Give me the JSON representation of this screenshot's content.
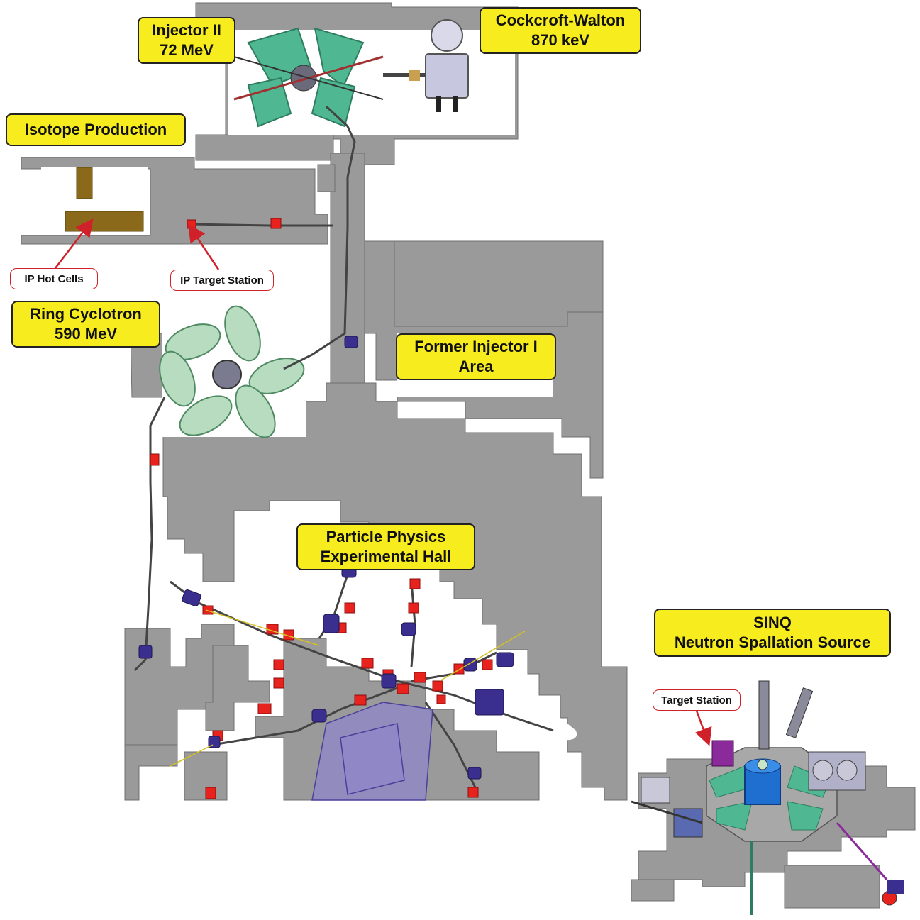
{
  "labels": {
    "injector2": {
      "line1": "Injector II",
      "line2": "72 MeV"
    },
    "cockcroft": {
      "line1": "Cockcroft-Walton",
      "line2": "870 keV"
    },
    "isotope": {
      "line1": "Isotope Production"
    },
    "ring": {
      "line1": "Ring Cyclotron",
      "line2": "590 MeV"
    },
    "former": {
      "line1": "Former Injector I",
      "line2": "Area"
    },
    "particle": {
      "line1": "Particle Physics",
      "line2": "Experimental Hall"
    },
    "sinq": {
      "line1": "SINQ",
      "line2": "Neutron Spallation Source"
    }
  },
  "callouts": {
    "ip_hot_cells": "IP Hot Cells",
    "ip_target_station": "IP Target Station",
    "target_station": "Target Station"
  },
  "colors": {
    "building": "#9a9a9a",
    "building_edge": "#6f6f6f",
    "label_fill": "#f7ec1e",
    "magnet_red": "#e8221c",
    "magnet_blue": "#3a2f8f",
    "cyclotron_green": "#4fb892",
    "ring_green": "#b7dcc0",
    "hall_blue": "#8f86c9",
    "callout_red": "#d0202a"
  }
}
